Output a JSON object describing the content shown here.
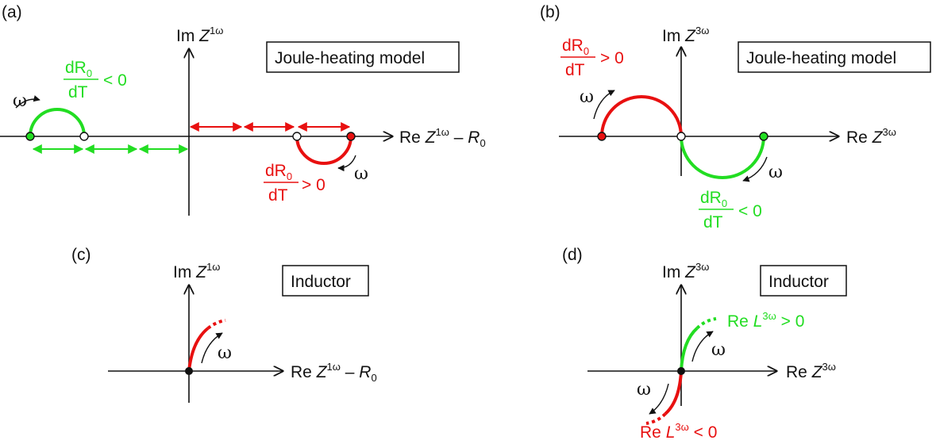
{
  "colors": {
    "red": "#e81010",
    "green": "#22dd22",
    "black": "#111111"
  },
  "panels": {
    "a": {
      "tag": "(a)",
      "box": "Joule-heating model",
      "im_prefix": "Im ",
      "im_var": "Z",
      "im_sup": "1ω",
      "re_prefix": "Re ",
      "re_var": "Z",
      "re_sup": "1ω",
      "re_minus": " – ",
      "re_sub_var": "R",
      "re_sub_idx": "0",
      "neg": {
        "num": "dR",
        "num_idx": "0",
        "den": "dT",
        "rel": "< 0"
      },
      "pos": {
        "num": "dR",
        "num_idx": "0",
        "den": "dT",
        "rel": "> 0"
      },
      "omega_left": "ω",
      "omega_right": "ω"
    },
    "b": {
      "tag": "(b)",
      "box": "Joule-heating model",
      "im_prefix": "Im ",
      "im_var": "Z",
      "im_sup": "3ω",
      "re_prefix": "Re ",
      "re_var": "Z",
      "re_sup": "3ω",
      "pos": {
        "num": "dR",
        "num_idx": "0",
        "den": "dT",
        "rel": "> 0"
      },
      "neg": {
        "num": "dR",
        "num_idx": "0",
        "den": "dT",
        "rel": "< 0"
      },
      "omega_left": "ω",
      "omega_right": "ω"
    },
    "c": {
      "tag": "(c)",
      "box": "Inductor",
      "im_prefix": "Im ",
      "im_var": "Z",
      "im_sup": "1ω",
      "re_prefix": "Re ",
      "re_var": "Z",
      "re_sup": "1ω",
      "re_minus": " – ",
      "re_sub_var": "R",
      "re_sub_idx": "0",
      "omega": "ω"
    },
    "d": {
      "tag": "(d)",
      "box": "Inductor",
      "im_prefix": "Im ",
      "im_var": "Z",
      "im_sup": "3ω",
      "re_prefix": "Re ",
      "re_var": "Z",
      "re_sup": "3ω",
      "pos_label": {
        "prefix": "Re ",
        "var": "L",
        "sup": "3ω",
        "rel": " > 0"
      },
      "neg_label": {
        "prefix": "Re ",
        "var": "L",
        "sup": "3ω",
        "rel": " < 0"
      },
      "omega_up": "ω",
      "omega_down": "ω"
    }
  }
}
